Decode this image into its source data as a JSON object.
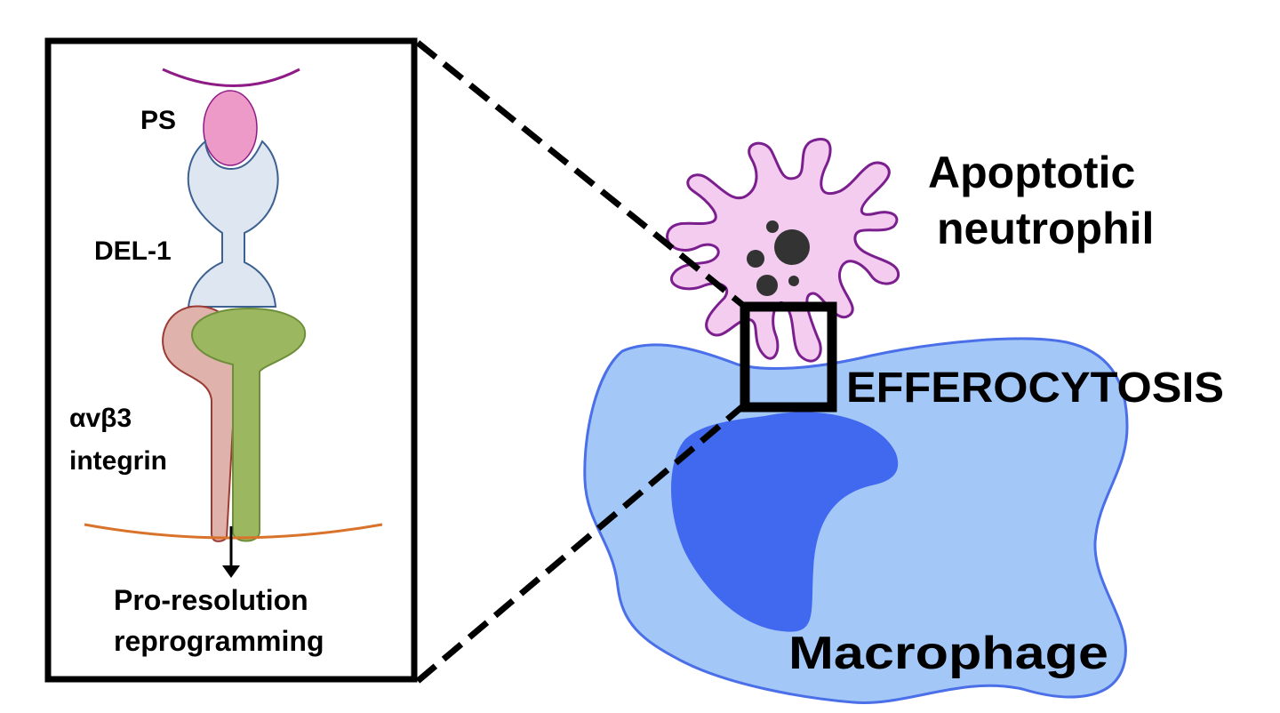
{
  "inset": {
    "labels": {
      "ps": "PS",
      "del1": "DEL-1",
      "integrin_line1": "αvβ3",
      "integrin_line2": "integrin",
      "outcome_line1": "Pro-resolution",
      "outcome_line2": "reprogramming"
    }
  },
  "main": {
    "labels": {
      "neutrophil_line1": "Apoptotic",
      "neutrophil_line2": "neutrophil",
      "process": "EFFEROCYTOSIS",
      "macrophage": "Macrophage"
    }
  },
  "colors": {
    "neutrophil_fill": "#f4ccf0",
    "neutrophil_stroke": "#7b1f8e",
    "macrophage_fill": "#a3c8f7",
    "macrophage_stroke": "#4a6fe8",
    "nucleus_fill": "#4169f0",
    "ps_fill": "#ee9ac8",
    "del1_fill": "#dde6f1",
    "del1_stroke": "#3d6190",
    "alpha_fill": "#dfb2ac",
    "alpha_stroke": "#9c3b34",
    "beta_fill": "#9bb75f",
    "beta_stroke": "#6e8f3a",
    "membrane_top": "#8e1b86",
    "membrane_bottom": "#d9732b"
  }
}
